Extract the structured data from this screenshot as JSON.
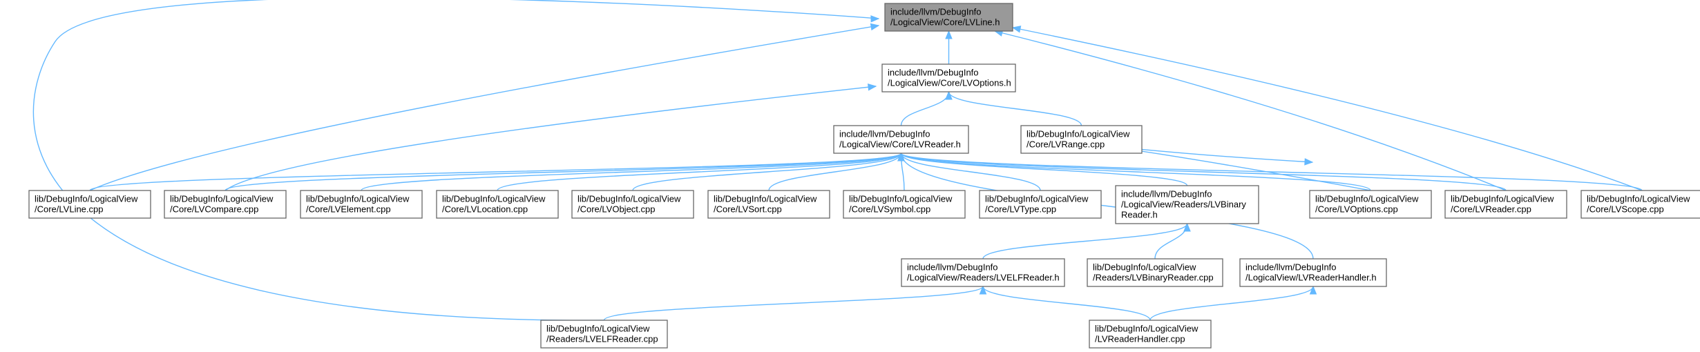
{
  "graph": {
    "nodes": [
      {
        "id": "n0",
        "lines": [
          "include/llvm/DebugInfo",
          "/LogicalView/Core/LVLine.h"
        ],
        "root": true
      },
      {
        "id": "n1",
        "lines": [
          "include/llvm/DebugInfo",
          "/LogicalView/Core/LVOptions.h"
        ]
      },
      {
        "id": "n2",
        "lines": [
          "include/llvm/DebugInfo",
          "/LogicalView/Core/LVReader.h"
        ]
      },
      {
        "id": "n3",
        "lines": [
          "lib/DebugInfo/LogicalView",
          "/Core/LVRange.cpp"
        ]
      },
      {
        "id": "n4",
        "lines": [
          "lib/DebugInfo/LogicalView",
          "/Core/LVLine.cpp"
        ]
      },
      {
        "id": "n5",
        "lines": [
          "lib/DebugInfo/LogicalView",
          "/Core/LVCompare.cpp"
        ]
      },
      {
        "id": "n6",
        "lines": [
          "lib/DebugInfo/LogicalView",
          "/Core/LVElement.cpp"
        ]
      },
      {
        "id": "n7",
        "lines": [
          "lib/DebugInfo/LogicalView",
          "/Core/LVLocation.cpp"
        ]
      },
      {
        "id": "n8",
        "lines": [
          "lib/DebugInfo/LogicalView",
          "/Core/LVObject.cpp"
        ]
      },
      {
        "id": "n9",
        "lines": [
          "lib/DebugInfo/LogicalView",
          "/Core/LVSort.cpp"
        ]
      },
      {
        "id": "n10",
        "lines": [
          "lib/DebugInfo/LogicalView",
          "/Core/LVSymbol.cpp"
        ]
      },
      {
        "id": "n11",
        "lines": [
          "lib/DebugInfo/LogicalView",
          "/Core/LVType.cpp"
        ]
      },
      {
        "id": "n12",
        "lines": [
          "include/llvm/DebugInfo",
          "/LogicalView/Readers/LVBinary",
          "Reader.h"
        ]
      },
      {
        "id": "n13",
        "lines": [
          "lib/DebugInfo/LogicalView",
          "/Core/LVOptions.cpp"
        ]
      },
      {
        "id": "n14",
        "lines": [
          "lib/DebugInfo/LogicalView",
          "/Core/LVReader.cpp"
        ]
      },
      {
        "id": "n15",
        "lines": [
          "lib/DebugInfo/LogicalView",
          "/Core/LVScope.cpp"
        ]
      },
      {
        "id": "n16",
        "lines": [
          "include/llvm/DebugInfo",
          "/LogicalView/Readers/LVELFReader.h"
        ]
      },
      {
        "id": "n17",
        "lines": [
          "lib/DebugInfo/LogicalView",
          "/Readers/LVBinaryReader.cpp"
        ]
      },
      {
        "id": "n18",
        "lines": [
          "include/llvm/DebugInfo",
          "/LogicalView/LVReaderHandler.h"
        ]
      },
      {
        "id": "n19",
        "lines": [
          "lib/DebugInfo/LogicalView",
          "/Readers/LVELFReader.cpp"
        ]
      },
      {
        "id": "n20",
        "lines": [
          "lib/DebugInfo/LogicalView",
          "/LVReaderHandler.cpp"
        ]
      }
    ],
    "edges": [
      {
        "from": "n1",
        "to": "n0"
      },
      {
        "from": "n4",
        "to": "n0"
      },
      {
        "from": "n14",
        "to": "n0"
      },
      {
        "from": "n15",
        "to": "n0"
      },
      {
        "from": "n19",
        "to": "n0"
      },
      {
        "from": "n2",
        "to": "n1"
      },
      {
        "from": "n3",
        "to": "n1"
      },
      {
        "from": "n5",
        "to": "n1"
      },
      {
        "from": "n13",
        "to": "n1"
      },
      {
        "from": "n4",
        "to": "n2"
      },
      {
        "from": "n5",
        "to": "n2"
      },
      {
        "from": "n6",
        "to": "n2"
      },
      {
        "from": "n7",
        "to": "n2"
      },
      {
        "from": "n8",
        "to": "n2"
      },
      {
        "from": "n9",
        "to": "n2"
      },
      {
        "from": "n10",
        "to": "n2"
      },
      {
        "from": "n11",
        "to": "n2"
      },
      {
        "from": "n12",
        "to": "n2"
      },
      {
        "from": "n13",
        "to": "n2"
      },
      {
        "from": "n14",
        "to": "n2"
      },
      {
        "from": "n15",
        "to": "n2"
      },
      {
        "from": "n18",
        "to": "n2"
      },
      {
        "from": "n16",
        "to": "n12"
      },
      {
        "from": "n17",
        "to": "n12"
      },
      {
        "from": "n19",
        "to": "n16"
      },
      {
        "from": "n20",
        "to": "n16"
      },
      {
        "from": "n20",
        "to": "n18"
      }
    ]
  },
  "colors": {
    "edge": "#63b8ff",
    "node_border": "#666666",
    "root_fill": "#999999",
    "node_fill": "#ffffff"
  }
}
